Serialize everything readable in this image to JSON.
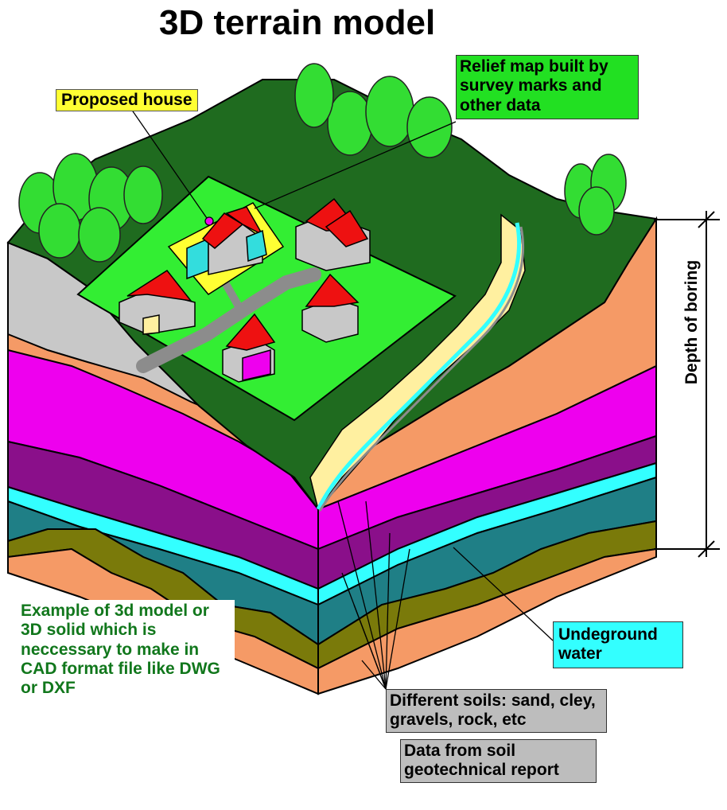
{
  "title": "3D terrain model",
  "labels": {
    "proposed_house": "Proposed house",
    "relief_map": "Relief map built by survey marks and other data",
    "example": "Example of 3d model or 3D solid which is neccessary to make in CAD format file like DWG or DXF",
    "underground_water": "Undeground water",
    "different_soils": "Different soils: sand, cley, gravels, rock, etc",
    "soil_report": "Data from soil geotechnical report",
    "depth_of_boring": "Depth of boring"
  },
  "colors": {
    "grass_dark": "#1f6b1f",
    "grass_light": "#33ee33",
    "tree": "#33dd33",
    "gray_layer": "#c8c8c8",
    "orange_layer": "#f59a66",
    "magenta_layer": "#ee00ee",
    "purple_layer": "#8a0f8a",
    "cyan_water": "#33ffff",
    "teal_layer": "#1f7f86",
    "olive_layer": "#7a7a0a",
    "river_bank": "#fff0a0",
    "roof": "#ee1111",
    "wall": "#c8c8c8",
    "road": "#8c8c8c"
  }
}
